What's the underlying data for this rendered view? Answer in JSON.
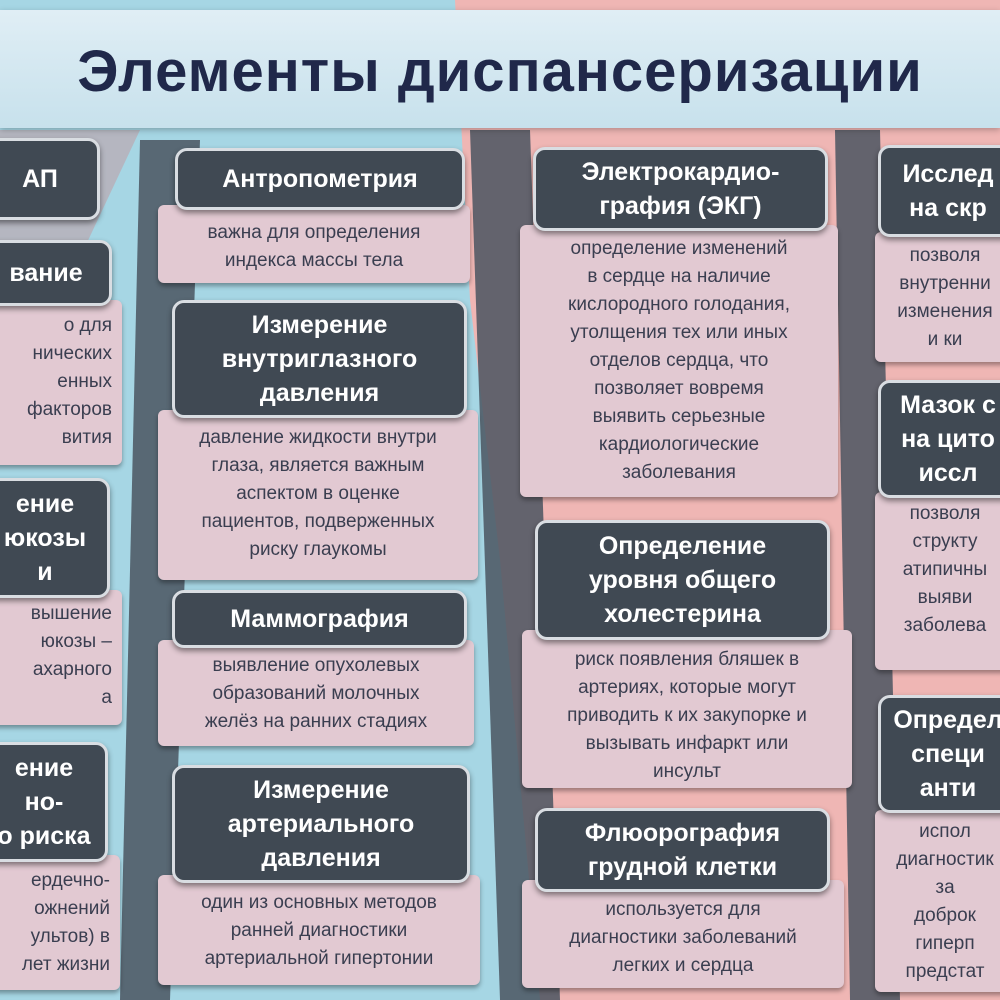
{
  "title": "Элементы диспансеризации",
  "columns": {
    "left": [
      {
        "header": "АП",
        "desc": ""
      },
      {
        "header": "вание",
        "desc": "о для\nнических\nенных\nфакторов\nвития"
      },
      {
        "header": "ение\nюкозы\nи",
        "desc": "вышение\nюкозы –\nахарного\nа"
      },
      {
        "header": "ение\nно-\nо риска",
        "desc": "ердечно-\nожнений\nультов) в\nлет жизни"
      }
    ],
    "center_left": [
      {
        "header": "Антропометрия",
        "desc": "важна для определения\nиндекса массы тела"
      },
      {
        "header": "Измерение\nвнутриглазного\nдавления",
        "desc": "давление жидкости внутри\nглаза, является важным\nаспектом в оценке\nпациентов, подверженных\nриску глаукомы"
      },
      {
        "header": "Маммография",
        "desc": "выявление опухолевых\nобразований молочных\nжелёз на ранних стадиях"
      },
      {
        "header": "Измерение\nартериального\nдавления",
        "desc": "один из основных методов\nранней диагностики\nартериальной гипертонии"
      }
    ],
    "center_right": [
      {
        "header": "Электрокардио-\nграфия (ЭКГ)",
        "desc": "определение изменений\nв сердце на наличие\nкислородного голодания,\nутолщения тех или иных\nотделов сердца, что\nпозволяет вовремя\nвыявить серьезные\nкардиологические\nзаболевания"
      },
      {
        "header": "Определение\nуровня общего\nхолестерина",
        "desc": "риск появления бляшек в\nартериях, которые могут\nприводить к их закупорке и\nвызывать инфаркт или\nинсульт"
      },
      {
        "header": "Флюорография\nгрудной клетки",
        "desc": "используется для\nдиагностики заболеваний\nлегких и сердца"
      }
    ],
    "right": [
      {
        "header": "Исслед\nна скр",
        "desc": "позволя\nвнутренни\nизменения\nи ки"
      },
      {
        "header": "Мазок с\nна цито\nиссл",
        "desc": "позволя\nструкту\nатипичны\nвыяви\nзаболева"
      },
      {
        "header": "Определ\nспеци\nанти",
        "desc": "испол\nдиагностик\nза\nдоброк\nгиперп\nпредстат"
      }
    ]
  }
}
